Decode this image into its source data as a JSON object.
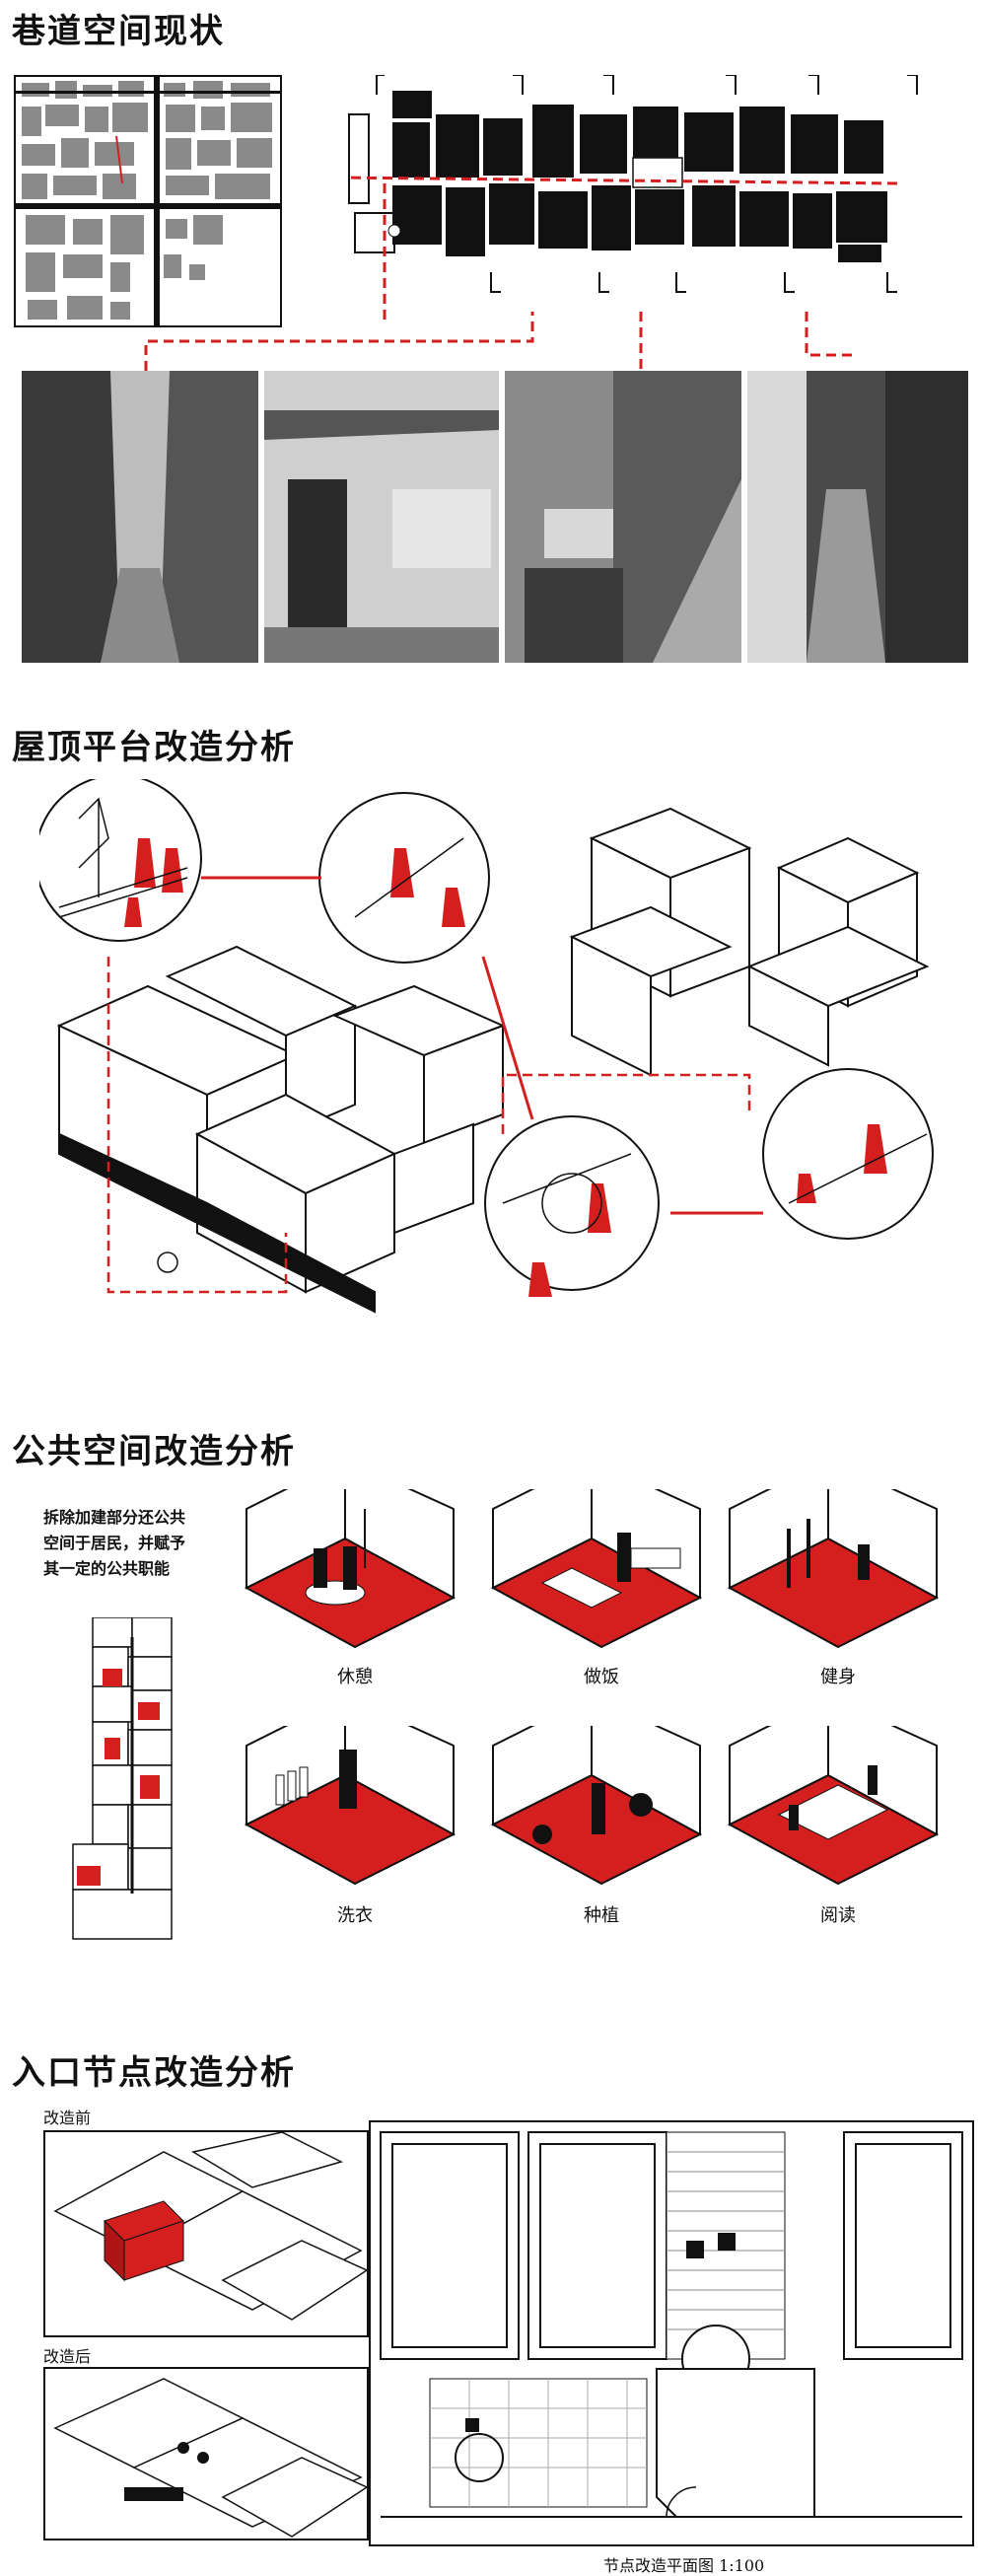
{
  "sections": {
    "alley": {
      "title": "巷道空间现状"
    },
    "roof": {
      "title": "屋顶平台改造分析"
    },
    "public": {
      "title": "公共空间改造分析",
      "note_line1": "拆除加建部分还公共",
      "note_line2": "空间于居民，并赋予",
      "note_line3": "其一定的公共职能",
      "functions": [
        "休憩",
        "做饭",
        "健身",
        "洗衣",
        "种植",
        "阅读"
      ]
    },
    "entrance": {
      "title": "入口节点改造分析",
      "before_label": "改造前",
      "after_label": "改造后",
      "plan_caption": "节点改造平面图 1:100"
    }
  },
  "colors": {
    "accent_red": "#d51f1f",
    "ink": "#111111",
    "photo_gray": "#555555"
  }
}
